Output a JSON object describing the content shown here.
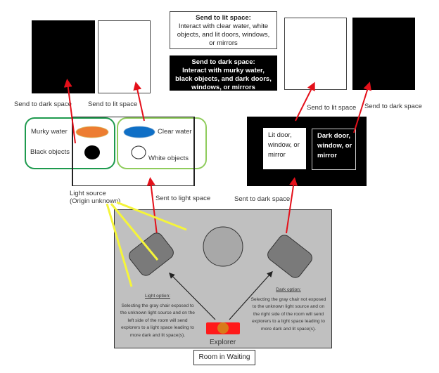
{
  "legend": {
    "lit": {
      "title": "Send to lit space:",
      "lines": [
        "Interact with clear water, white",
        "objects, and lit doors, windows,",
        "or mirrors"
      ]
    },
    "dark": {
      "title": "Send to dark space:",
      "lines": [
        "Interact with murky water,",
        "black objects, and dark doors,",
        "windows, or mirrors"
      ]
    }
  },
  "left_area": {
    "send_dark_label": "Send to dark space",
    "send_lit_label": "Send to lit space",
    "dark_group": {
      "murky_water": "Murky water",
      "black_objects": "Black objects"
    },
    "lit_group": {
      "clear_water": "Clear water",
      "white_objects": "White objects"
    },
    "light_source": [
      "Light source",
      "(Origin unknown)"
    ],
    "sent_to_light": "Sent to light space"
  },
  "right_area": {
    "send_lit_label": "Send to lit space",
    "send_dark_label": "Send to dark space",
    "lit_door": [
      "Lit door,",
      "window, or",
      "mirror"
    ],
    "dark_door": [
      "Dark door,",
      "window, or",
      "mirror"
    ],
    "sent_to_dark": "Sent to dark space"
  },
  "room": {
    "light_option": {
      "heading": "Light option:",
      "text": "Selecting the gray chair exposed to the unknown light source and on the left side of the room will send explorers to a light space leading to more dark and lit space(s)."
    },
    "dark_option": {
      "heading": "Dark option:",
      "text": "Selecting the gray chair not exposed to the unknown light source and on the right side of the room will send explorers to a light space leading to more dark and lit space(s)."
    },
    "explorer": "Explorer",
    "name": "Room in Waiting"
  },
  "colors": {
    "arrow_red": "#e4101a",
    "light_yellow": "#f5f53a",
    "murky_orange": "#ed7d31",
    "clear_blue": "#0f6fc6",
    "dark_group_border": "#1e9a4e",
    "lit_group_border": "#8fcc5c",
    "room_gray": "#c0c0c0",
    "chair_gray": "#7a7a7a",
    "table_gray": "#a8a8a8",
    "explorer_red": "#ff1a1a",
    "explorer_orange": "#d97a1a"
  }
}
